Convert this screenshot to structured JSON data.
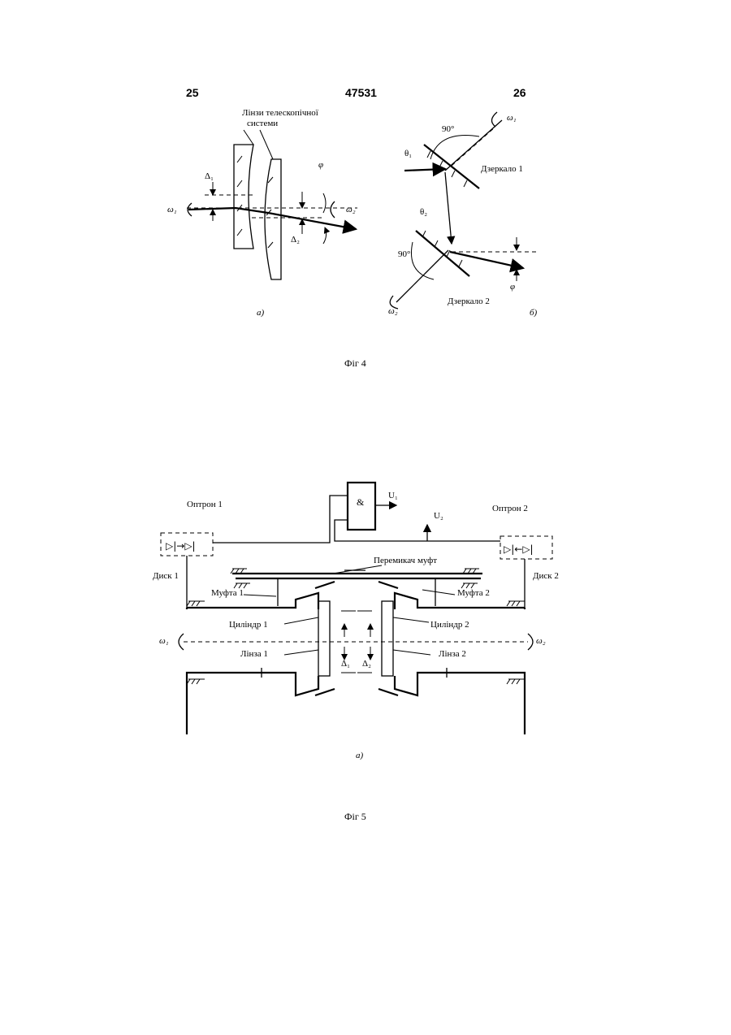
{
  "header": {
    "page_left": "25",
    "patent_number": "47531",
    "page_right": "26"
  },
  "fig4": {
    "a": {
      "lenses_title_line1": "Лінзи телескопічної",
      "lenses_title_line2": "системи",
      "delta1": "Δ₁",
      "delta2": "Δ₂",
      "omega1": "ω₁",
      "omega2": "ω₂",
      "phi": "φ",
      "sublabel": "а)"
    },
    "b": {
      "omega1": "ω₁",
      "omega2": "ω₂",
      "angle_top": "90°",
      "angle_bottom": "90°",
      "theta1": "θ₁",
      "theta2": "θ₂",
      "mirror1": "Дзеркало 1",
      "mirror2": "Дзеркало 2",
      "phi": "φ",
      "sublabel": "б)"
    },
    "caption": "Фіг 4"
  },
  "fig5": {
    "and_gate": "&",
    "u1": "U₁",
    "u2": "U₂",
    "optron1": "Оптрон 1",
    "optron2": "Оптрон 2",
    "coupling_shifter": "Перемикач муфт",
    "disk1": "Диск 1",
    "disk2": "Диск 2",
    "clutch1": "Муфта 1",
    "clutch2": "Муфта 2",
    "cylinder1": "Циліндр 1",
    "cylinder2": "Циліндр 2",
    "lens1": "Лінза 1",
    "lens2": "Лінза 2",
    "omega1": "ω₁",
    "omega2": "ω₂",
    "delta1": "Δ₁",
    "delta2": "Δ₂",
    "sublabel": "а)",
    "caption": "Фіг 5"
  }
}
